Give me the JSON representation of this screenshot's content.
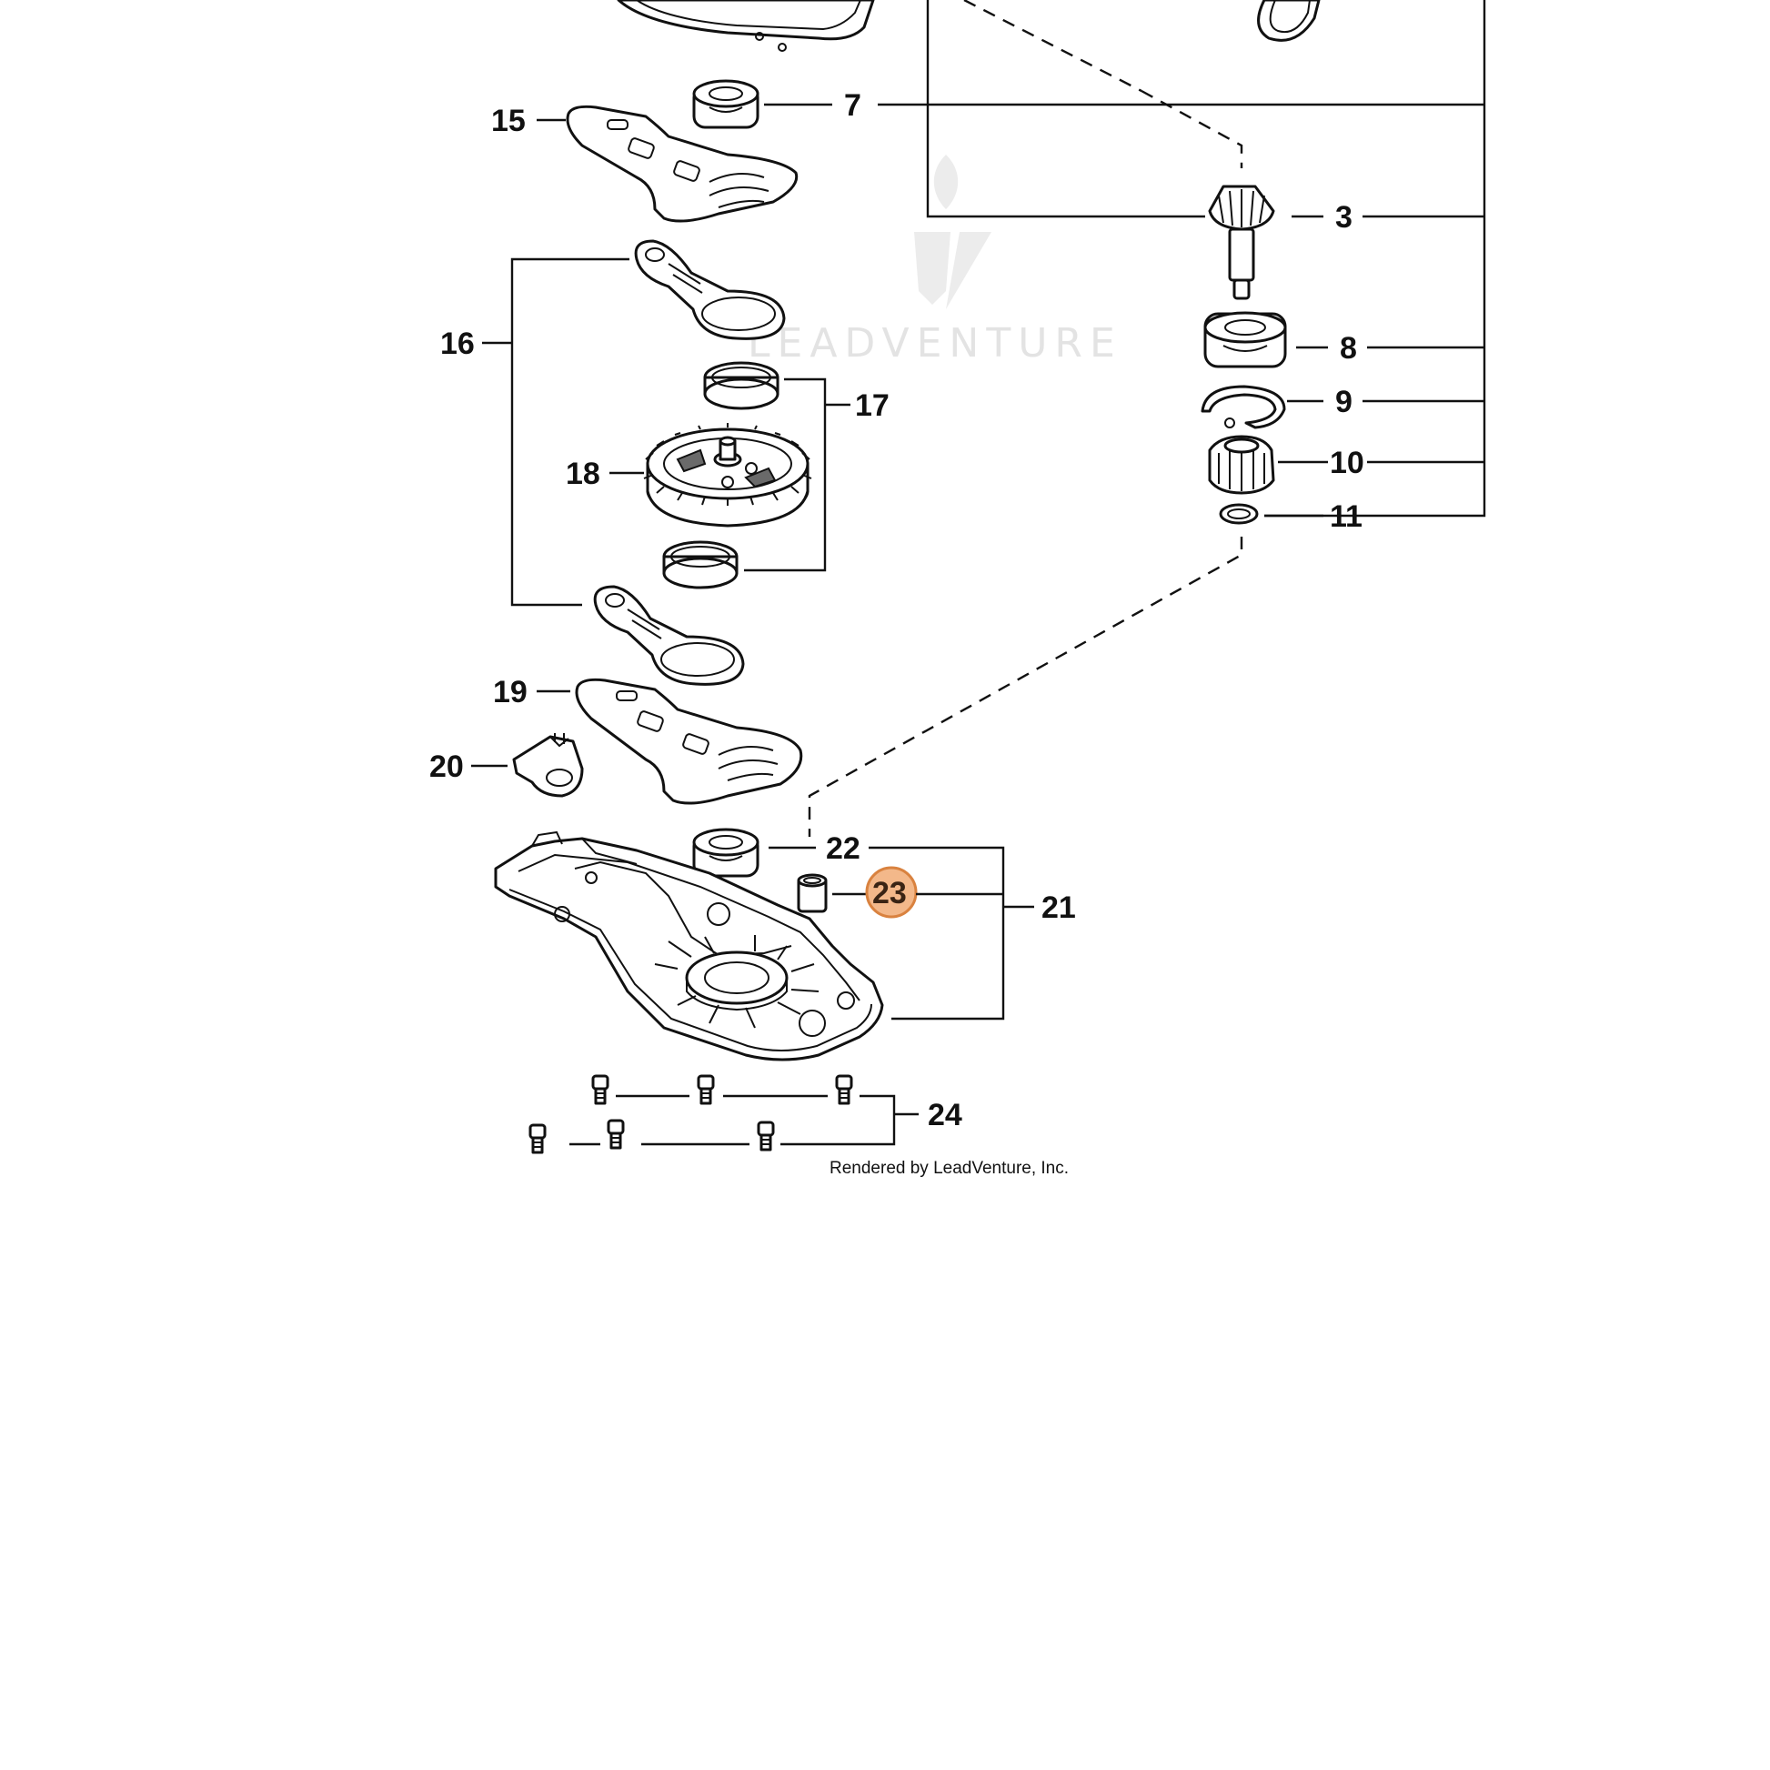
{
  "diagram": {
    "watermark": "LEADVENTURE",
    "credit": "Rendered by LeadVenture, Inc.",
    "highlight_color": "#f3b88a",
    "highlight_border": "#d9823f",
    "callouts": {
      "c3": "3",
      "c7": "7",
      "c8": "8",
      "c9": "9",
      "c10": "10",
      "c11": "11",
      "c15": "15",
      "c16": "16",
      "c17": "17",
      "c18": "18",
      "c19": "19",
      "c20": "20",
      "c21": "21",
      "c22": "22",
      "c23": "23",
      "c24": "24"
    },
    "highlighted_part": "23"
  }
}
